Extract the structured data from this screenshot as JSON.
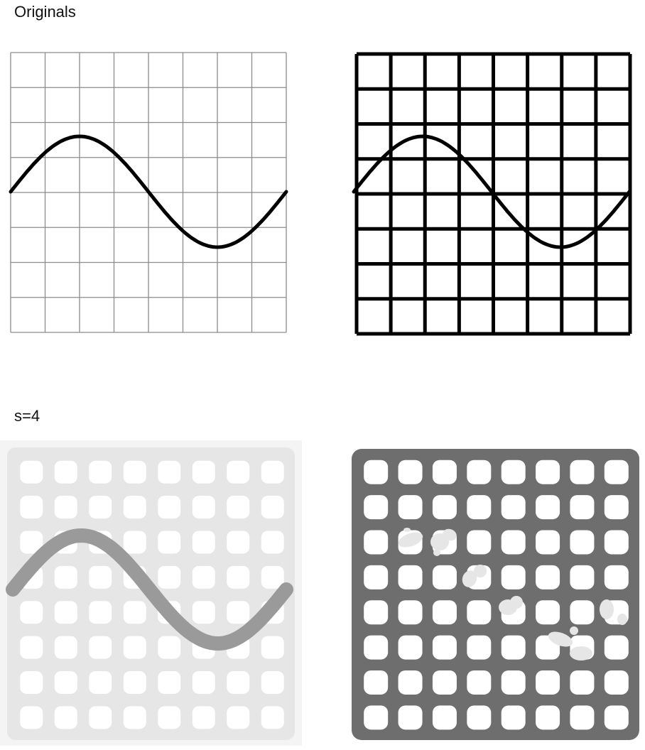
{
  "labels": {
    "originals": "Originals",
    "scale": "s=4"
  },
  "panels": [
    {
      "name": "original-thin-grid",
      "grid_cells": 8,
      "grid_color": "#8c8c8c",
      "curve_color": "#000000"
    },
    {
      "name": "original-thick-grid",
      "grid_cells": 8,
      "grid_color": "#000000",
      "curve_color": "#000000"
    },
    {
      "name": "s4-light-result",
      "grid_cells": 8,
      "fill_color": "#e8e8e8",
      "hole_color": "#ffffff",
      "curve_color": "#999999"
    },
    {
      "name": "s4-dark-result",
      "grid_cells": 8,
      "fill_color": "#6e6e6e",
      "hole_color": "#ffffff",
      "blob_color": "#e6e6e6"
    }
  ],
  "colors": {
    "background": "#ffffff",
    "text": "#111111"
  }
}
